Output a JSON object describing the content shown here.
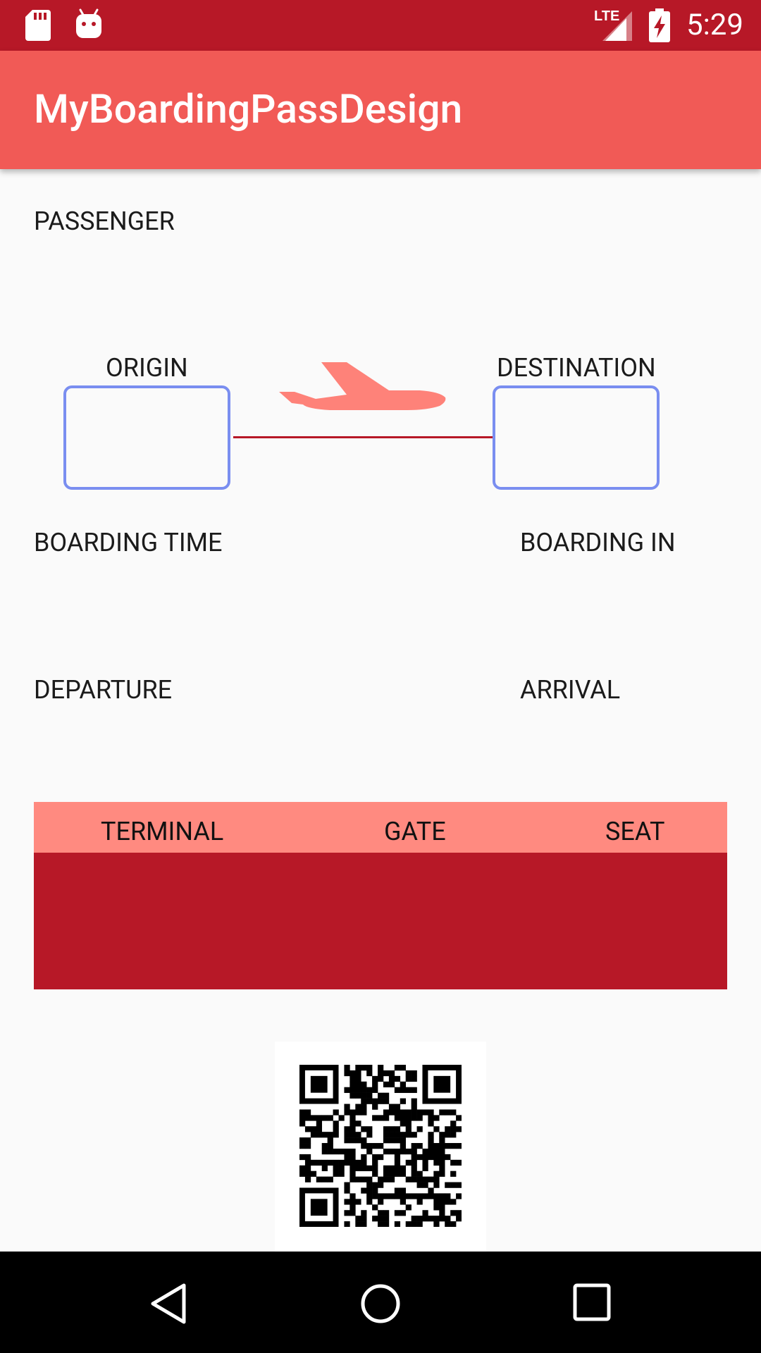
{
  "status_bar": {
    "time": "5:29",
    "network": "LTE",
    "icons": [
      "sd-card-icon",
      "android-debug-icon",
      "lte-signal-icon",
      "battery-charging-icon"
    ]
  },
  "app_bar": {
    "title": "MyBoardingPassDesign"
  },
  "passenger": {
    "label": "PASSENGER"
  },
  "route": {
    "origin_label": "ORIGIN",
    "destination_label": "DESTINATION",
    "plane_icon": "airplane-icon"
  },
  "boarding": {
    "time_label": "BOARDING TIME",
    "in_label": "BOARDING IN"
  },
  "schedule": {
    "departure_label": "DEPARTURE",
    "arrival_label": "ARRIVAL"
  },
  "info_table": {
    "columns": [
      "TERMINAL",
      "GATE",
      "SEAT"
    ]
  },
  "qr": {
    "icon": "qr-code"
  },
  "nav": {
    "icons": [
      "back-icon",
      "home-icon",
      "recents-icon"
    ]
  },
  "colors": {
    "primary_dark": "#b71827",
    "primary": "#f15a56",
    "accent_light": "#ff8a80",
    "box_border": "#7a8ef0"
  }
}
